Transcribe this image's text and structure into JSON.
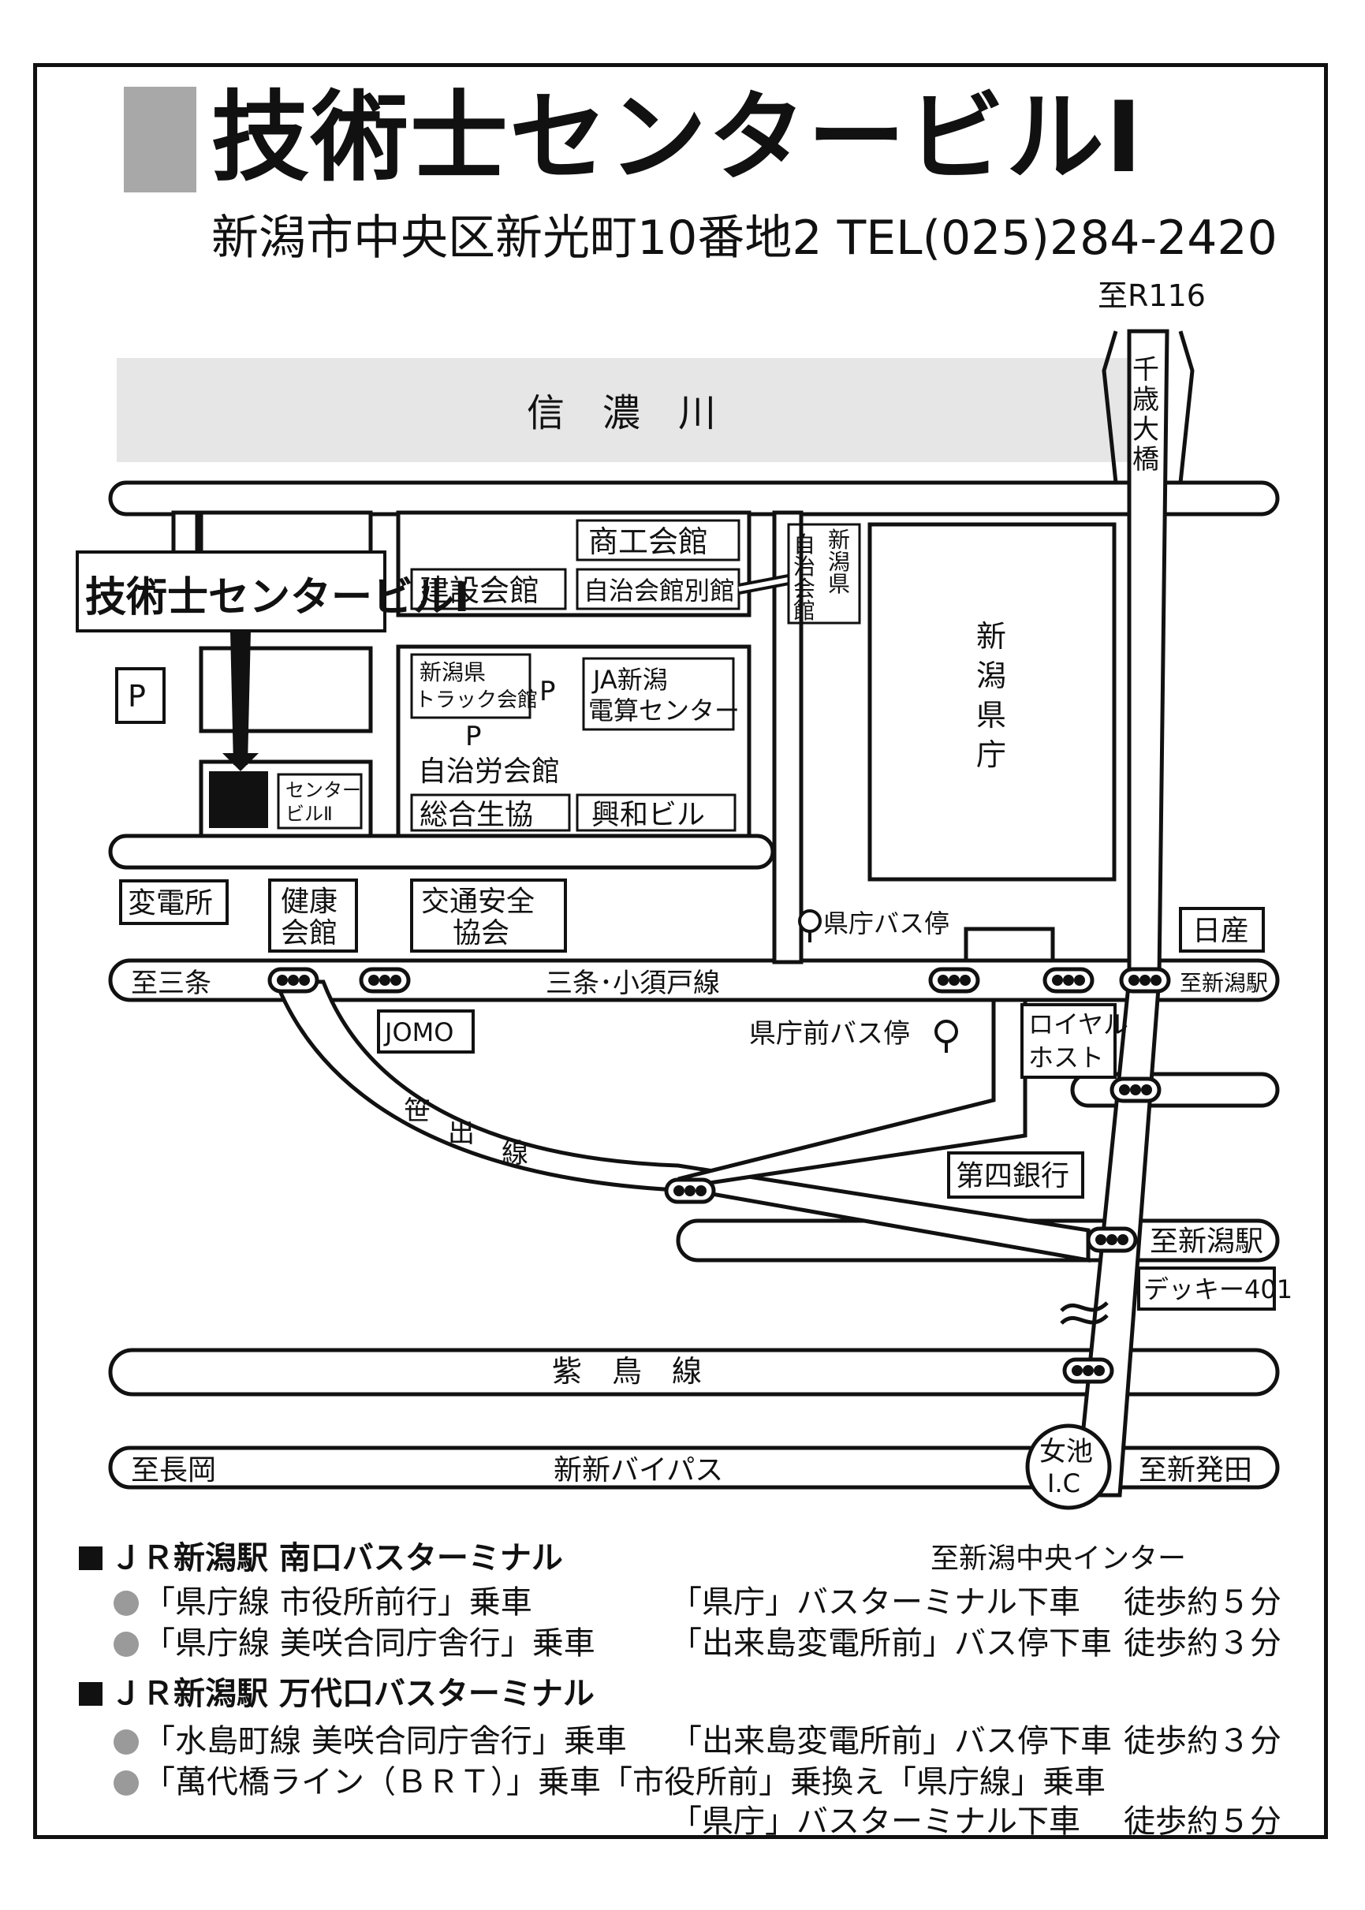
{
  "header": {
    "title": "技術士センタービルⅠ",
    "address": "新潟市中央区新光町10番地2 TEL(025)284-2420"
  },
  "map": {
    "river": "信　濃　川",
    "to_r116": "至R116",
    "bridge": [
      "千",
      "歳",
      "大",
      "橋"
    ],
    "target_building": "技術士センタービルⅠ",
    "parking": "P",
    "center_building_2": [
      "センター",
      "ビルⅡ"
    ],
    "buildings": {
      "shoko_kaikan": "商工会館",
      "kensetsu_kaikan": "建設会館",
      "jichi_kaikan_bekkan": "自治会館別館",
      "niigata_truck_kaikan": [
        "新潟県",
        "トラック会館"
      ],
      "ja_niigata": [
        "JA新潟",
        "電算センター"
      ],
      "jichiro_kaikan": "自治労会館",
      "sogo_seikyo": "総合生協",
      "kowa_building": "興和ビル",
      "ken_jichi_kaikan": [
        "新",
        "潟",
        "県"
      ],
      "ken_jichi_kaikan_2": [
        "自",
        "治",
        "会",
        "館"
      ],
      "prefectural_office": [
        "新",
        "潟",
        "県",
        "庁"
      ],
      "hendensho": "変電所",
      "kenko_kaikan": [
        "健康",
        "会館"
      ],
      "kotsu_anzen": [
        "交通安全",
        "協会"
      ],
      "nissan": "日産",
      "jomo": "JOMO",
      "royal_host": [
        "ロイヤル",
        "ホスト"
      ],
      "daishi_bank": "第四銀行",
      "decky401": "デッキー401"
    },
    "bus_stop_kencho": "県庁バス停",
    "bus_stop_kenchomae": "県庁前バス停",
    "roads": {
      "to_sanjo": "至三条",
      "sanjo_kosudo": "三条･小須戸線",
      "to_niigata_station_1": "至新潟駅",
      "sasade": [
        "笹",
        "出",
        "線"
      ],
      "to_niigata_station_2": "至新潟駅",
      "shichiku": "紫　鳥　線",
      "to_nagaoka": "至長岡",
      "shinshin_bypass": "新新バイパス",
      "to_shibata": "至新発田",
      "ic": [
        "女池",
        "I.C"
      ],
      "to_central_ic": "至新潟中央インター"
    }
  },
  "access": {
    "sections": [
      {
        "heading": "ＪＲ新潟駅 南口バスターミナル",
        "routes": [
          {
            "ride": "「県庁線 市役所前行」乗車",
            "alight": "「県庁」バスターミナル下車",
            "walk": "徒歩約５分"
          },
          {
            "ride": "「県庁線 美咲合同庁舎行」乗車",
            "alight": "「出来島変電所前」バス停下車",
            "walk": "徒歩約３分"
          }
        ]
      },
      {
        "heading": "ＪＲ新潟駅 万代口バスターミナル",
        "routes": [
          {
            "ride": "「水島町線 美咲合同庁舎行」乗車",
            "alight": "「出来島変電所前」バス停下車",
            "walk": "徒歩約３分"
          },
          {
            "ride": "「萬代橋ライン（ＢＲＴ）」乗車「市役所前」乗換え「県庁線」乗車",
            "alight": "",
            "walk": ""
          }
        ],
        "extra": {
          "alight": "「県庁」バスターミナル下車",
          "walk": "徒歩約５分"
        }
      }
    ]
  }
}
